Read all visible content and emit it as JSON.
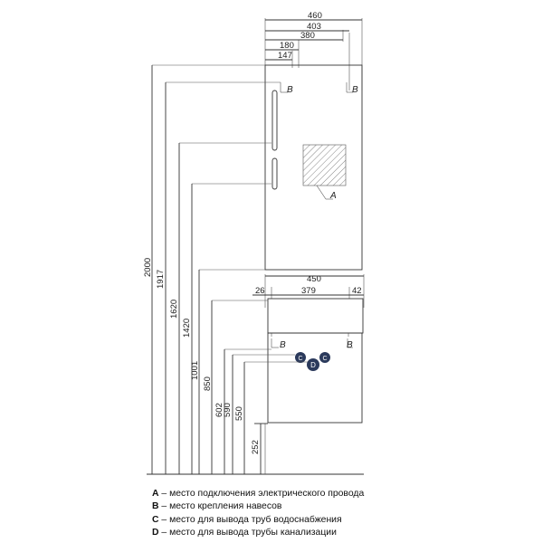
{
  "top_dimensions": {
    "cabinet_width": "460",
    "width_2": "403",
    "width_3": "380",
    "width_4": "180",
    "width_5": "147"
  },
  "vanity_dimensions": {
    "width_total": "450",
    "left_offset": "26",
    "middle": "379",
    "right_offset": "42"
  },
  "height_dimensions": {
    "h2000": "2000",
    "h1917": "1917",
    "h1620": "1620",
    "h1420": "1420",
    "h1001": "1001",
    "h850": "850",
    "h602": "602",
    "h590": "590",
    "h550": "550",
    "h252": "252"
  },
  "markers": {
    "a": "A",
    "b": "B",
    "c": "C",
    "d": "D"
  },
  "legend": [
    {
      "key": "A",
      "text": " – место подключения электрического провода"
    },
    {
      "key": "B",
      "text": " – место крепления навесов"
    },
    {
      "key": "C",
      "text": " – место для вывода труб водоснабжения"
    },
    {
      "key": "D",
      "text": " – место для вывода трубы канализации"
    }
  ],
  "colors": {
    "line": "#333333",
    "marker_fill": "#2b3a5c",
    "hatch": "#666666"
  }
}
